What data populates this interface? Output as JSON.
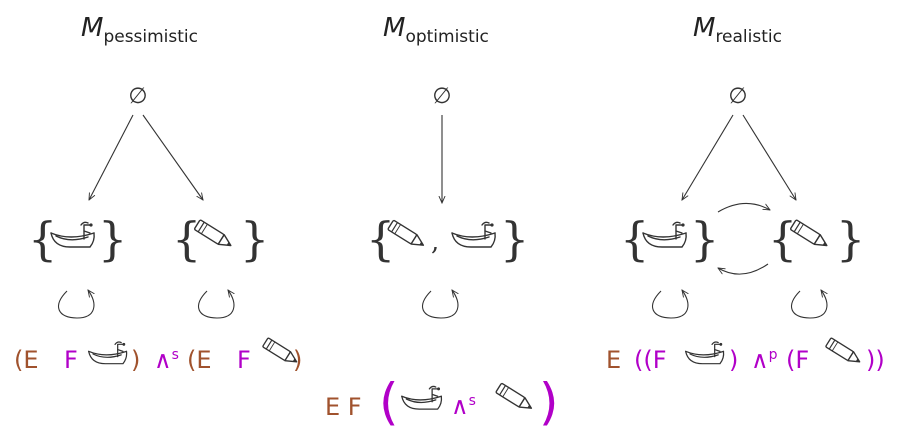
{
  "models": [
    {
      "title": {
        "main": "M",
        "sub": "pessimistic"
      },
      "root": "∅"
    },
    {
      "title": {
        "main": "M",
        "sub": "optimistic"
      },
      "root": "∅"
    },
    {
      "title": {
        "main": "M",
        "sub": "realistic"
      },
      "root": "∅"
    }
  ],
  "icons": {
    "boat": "boat-icon",
    "pencil": "pencil-icon"
  },
  "formulas": {
    "pessimistic": {
      "e1": "(E",
      "f1": "F",
      "close1": ")",
      "and": "∧",
      "and_sup": "s",
      "e2": "(E",
      "f2": "F",
      "close2": ")"
    },
    "optimistic": {
      "ef": "E F",
      "lparen": "(",
      "and": "∧",
      "and_sup": "s",
      "rparen": ")"
    },
    "realistic": {
      "e": "E",
      "open": "((F",
      "close1": ")",
      "and": "∧",
      "and_sup": "p",
      "open2": "(F",
      "close2": "))"
    }
  },
  "colors": {
    "quantifier": "#a0522d",
    "operator": "#b100c8",
    "ink": "#333333"
  }
}
